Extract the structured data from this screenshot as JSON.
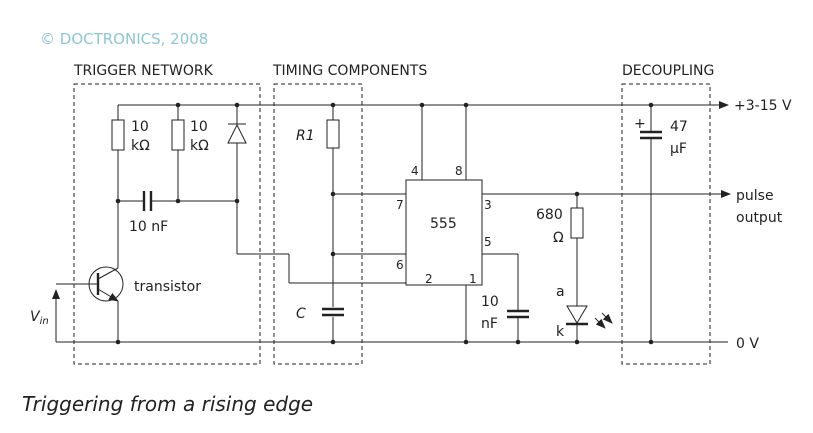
{
  "copyright": "© DOCTRONICS, 2008",
  "caption": "Triggering from a rising edge",
  "sections": {
    "trigger": "TRIGGER NETWORK",
    "timing": "TIMING COMPONENTS",
    "decoupling": "DECOUPLING"
  },
  "rails": {
    "positive": "+3-15 V",
    "ground": "0 V"
  },
  "output": {
    "line1": "pulse",
    "line2": "output"
  },
  "components": {
    "r_left_value": "10",
    "r_left_unit": "kΩ",
    "r_mid_value": "10",
    "r_mid_unit": "kΩ",
    "cap_trigger": "10 nF",
    "transistor": "transistor",
    "vin_main": "V",
    "vin_sub": "in",
    "r1": "R1",
    "c": "C",
    "ic": "555",
    "r_led_value": "680",
    "r_led_unit": "Ω",
    "cap_ctrl_value": "10",
    "cap_ctrl_unit": "nF",
    "led_anode": "a",
    "led_cathode": "k",
    "cap_dec_value": "47",
    "cap_dec_unit": "μF",
    "cap_dec_plus": "+"
  },
  "pins": {
    "p4": "4",
    "p8": "8",
    "p7": "7",
    "p3": "3",
    "p5": "5",
    "p6": "6",
    "p2": "2",
    "p1": "1"
  }
}
